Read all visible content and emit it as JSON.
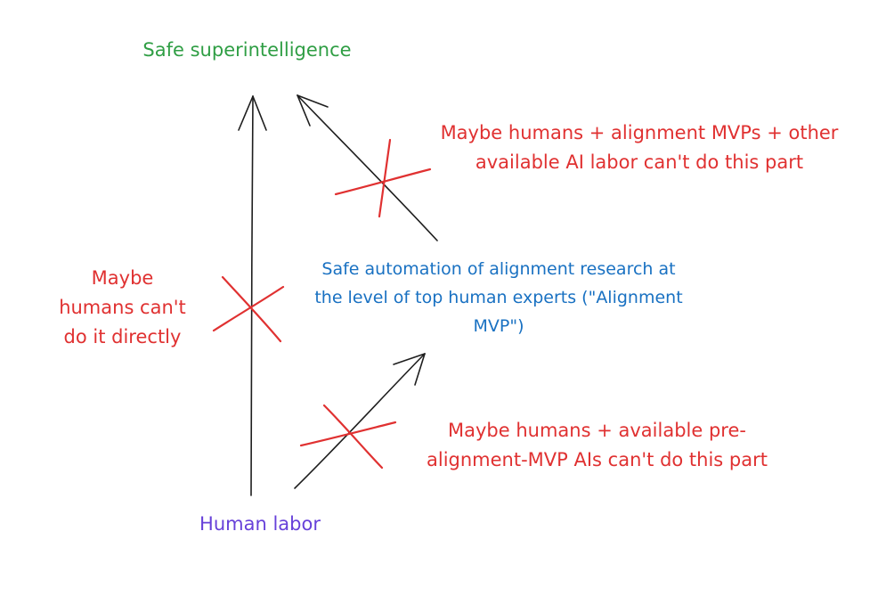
{
  "colors": {
    "goal": "#2f9e44",
    "start": "#6741d9",
    "intermediate": "#1971c2",
    "blocker": "#e03131",
    "arrow": "#1e1e1e"
  },
  "nodes": {
    "goal": "Safe superintelligence",
    "start": "Human labor",
    "intermediate": [
      "Safe automation of alignment research at",
      "the level of top human experts (\"Alignment",
      "MVP\")"
    ]
  },
  "blockers": {
    "direct_path": [
      "Maybe",
      "humans can't",
      "do it directly"
    ],
    "mvp_to_goal": [
      "Maybe humans + alignment MVPs + other",
      "available AI labor can't do this part"
    ],
    "start_to_mvp": [
      "Maybe humans + available pre-",
      "alignment-MVP AIs can't do this part"
    ]
  },
  "icons": {
    "arrow": "arrow-icon",
    "blocker_mark": "cross-mark-icon"
  }
}
